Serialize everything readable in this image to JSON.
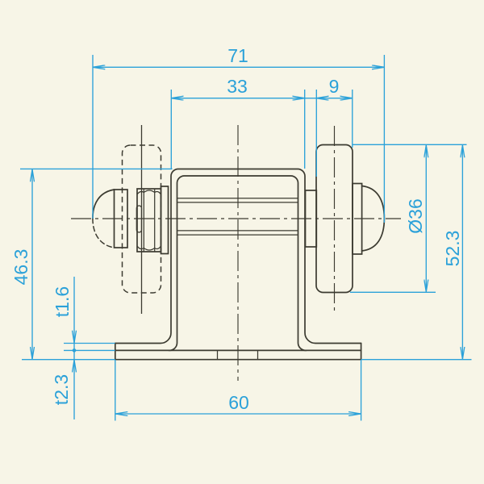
{
  "drawing": {
    "colors": {
      "background": "#f7f5e7",
      "outline": "#3c3b31",
      "dimension": "#2ba1d9"
    },
    "dimensions": {
      "overall_width": "71",
      "bracket_width": "33",
      "roller_thickness": "9",
      "roller_diameter": "Ø36",
      "roller_top_height": "52.3",
      "bracket_height": "46.3",
      "bracket_plate_thickness": "t1.6",
      "base_plate_thickness": "t2.3",
      "base_width": "60"
    }
  }
}
